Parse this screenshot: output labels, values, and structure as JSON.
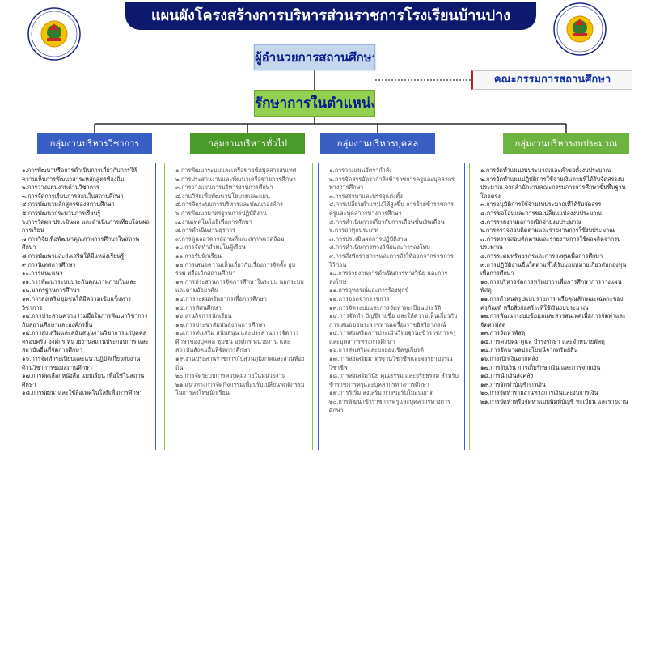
{
  "title": "แผนผังโครงสร้างการบริหารส่วนราชการโรงเรียนบ้านปาง",
  "logo_left": {
    "top_text": "โรงเรียนบ้านปาง",
    "bottom_text": "สำนักงานเขตพื้นที่การศึกษาประถมศึกษาลำพูน เขต ๑"
  },
  "logo_right": {
    "top_text": "โรงเรียนบ้านปาง",
    "bottom_text": "สำนักงานเขตพื้นที่การศึกษาประถมศึกษาลำพูน เขต ๑"
  },
  "director": "ผู้อำนวยการสถานศึกษา",
  "board": "คณะกรรมการสถานศึกษา",
  "acting": "รักษาการในตำแหน่ง",
  "groups": [
    {
      "header": "กลุ่มงานบริหารวิชาการ",
      "items": [
        "๑.การพัฒนาหรือการดำเนินการเกี่ยวกับการให้ความเห็นการพัฒนาสาระหลักสูตรท้องถิ่น",
        "๒.การวางแผนงานด้านวิชาการ",
        "๓.การจัดการเรียนการสอนในสถานศึกษา",
        "๔.การพัฒนาหลักสูตรของสถานศึกษา",
        "๕.การพัฒนากระบวนการเรียนรู้",
        "๖.การวัดผล ประเมินผล และดำเนินการเทียบโอนผลการเรียน",
        "๗.การวิจัยเพื่อพัฒนาคุณภาพการศึกษาในสถานศึกษา",
        "๘.การพัฒนาและส่งเสริมให้มีแหล่งเรียนรู้",
        "๙.การนิเทศการศึกษา",
        "๑๐.การแนะแนว",
        "๑๑.การพัฒนาระบบประกันคุณภาพภายในและ",
        "๑๒.มาตรฐานการศึกษา",
        "๑๓.การส่งเสริมชุมชนให้มีความเข้มแข็งทางวิชาการ",
        "๑๔.การประสานความร่วมมือในการพัฒนาวิชาการกับสถานศึกษาและองค์กรอื่น",
        "๑๕.การส่งเสริมและสนับสนุนงานวิชาการแก่บุคคล ครอบครัว องค์กร หน่วยงานสถานประกอบการ และสถาบันอื่นที่จัดการศึกษา",
        "๑๖.การจัดทำระเบียบและแนวปฏิบัติเกี่ยวกับงานด้านวิชาการของสถานศึกษา",
        "๑๗.การคัดเลือกหนังสือ แบบเรียน เพื่อใช้ในสถานศึกษา",
        "๑๘.การพัฒนาและใช้สื่อเทคโนโลยีเพื่อการศึกษา"
      ]
    },
    {
      "header": "กลุ่มงานบริหารทั่วไป",
      "items": [
        "๑.การพัฒนาระบบและเครือข่ายข้อมูลสารสนเทศ",
        "๒.การประสานงานและพัฒนาเครือข่ายการศึกษา",
        "๓.การวางแผนการบริหารงานการศึกษา",
        "๔.งานวิจัยเพื่อพัฒนานโยบายและแผน",
        "๕.การจัดระบบการบริหารและพัฒนาองค์กร",
        "๖.การพัฒนามาตรฐานการปฏิบัติงาน",
        "๗.งานเทคโนโลยีเพื่อการศึกษา",
        "๘.การดำเนินงานธุรการ",
        "๙.การดูแลอาคารสถานที่และสภาพแวดล้อม",
        "๑๐.การจัดทำสำมะโนผู้เรียน",
        "๑๑.การรับนักเรียน",
        "๑๒.การเสนอความเห็นเกี่ยวกับเรื่องการจัดตั้ง ยุบ รวม หรือเลิกสถานศึกษา",
        "๑๓.การประสานการจัดการศึกษาในระบบ นอกระบบ และตามอัธยาศัย",
        "๑๔.การระดมทรัพยากรเพื่อการศึกษา",
        "๑๕.การทัศนศึกษา",
        "๑๖.งานกิจการนักเรียน",
        "๑๗.การประชาสัมพันธ์งานการศึกษา",
        "๑๘.การส่งเสริม สนับสนุน และประสานการจัดการศึกษาของบุคคล ชุมชน องค์กร หน่วยงาน และสถาบันสังคมอื่นที่จัดการศึกษา",
        "๑๙.งานประสานราชการกับส่วนภูมิภาคและส่วนท้องถิ่น",
        "๒๐.การจัดระบบการควบคุมภายในหน่วยงาน",
        "๒๑.แนวทางการจัดกิจกรรมเพื่อปรับเปลี่ยนพฤติกรรมในการลงโทษนักเรียน"
      ]
    },
    {
      "header": "กลุ่มงานบริหารบุคคล",
      "items": [
        "๑.การวางแผนอัตรากำลัง",
        "๒.การจัดสรรอัตรากำลังข้าราชการครูและบุคลากรทางการศึกษา",
        "๓.การสรรหาและบรรจุแต่งตั้ง",
        "๔.การเปลี่ยนตำแหน่งให้สูงขึ้น การย้ายข้าราชการครูและบุคลากรทางการศึกษา",
        "๕.การดำเนินการเกี่ยวกับการเลื่อนขั้นเงินเดือน",
        "๖.การลาทุกประเภท",
        "๗.การประเมินผลการปฏิบัติงาน",
        "๘.การดำเนินการทางวินัยและการลงโทษ",
        "๙.การสั่งพักราชการและการสั่งให้ออกจากราชการไว้ก่อน",
        "๑๐.การรายงานการดำเนินการทางวินัย และการลงโทษ",
        "๑๑.การอุทธรณ์และการร้องทุกข์",
        "๑๒.การออกจากราชการ",
        "๑๓.การจัดระบบและการจัดทำทะเบียนประวัติ",
        "๑๔.การจัดทำ บัญชีรายชื่อ และให้ความเห็นเกี่ยวกับการเสนอขอพระราชทานเครื่องราชอิสริยาภรณ์",
        "๑๕.การส่งเสริมการประเมินวิทยฐานะข้าราชการครูและบุคลากรทางการศึกษา",
        "๑๖.การส่งเสริมและยกย่องเชิดชูเกียรติ",
        "๑๗.การส่งเสริมมาตรฐานวิชาชีพและจรรยาบรรณวิชาชีพ",
        "๑๘.การส่งเสริมวินัย คุณธรรม และจริยธรรม สำหรับข้าราชการครูและบุคลากรทางการศึกษา",
        "๑๙.การริเริ่ม ส่งเสริม การขอรับใบอนุญาต",
        "๒๐.การพัฒนาข้าราชการครูและบุคลากรทางการศึกษา"
      ]
    },
    {
      "header": "กลุ่มงานบริหารงบประมาณ",
      "items": [
        "๑.การจัดทำแผนงบประมาณและคำขอตั้งงบประมาณ",
        "๒.การจัดทำแผนปฏิบัติการใช้จ่ายเงินตามที่ได้รับจัดสรรงบประมาณ จากสำนักงานคณะกรรมการการศึกษาขั้นพื้นฐานโดยตรง",
        "๓.การอนุมัติการใช้จ่ายงบประมาณที่ได้รับจัดสรร",
        "๔.การขอโอนและการขอเปลี่ยนแปลงงบประมาณ",
        "๕.การรายงานผลการเบิกจ่ายงบประมาณ",
        "๖.การตรวจสอบติดตามและรายงานการใช้งบประมาณ",
        "๗.การตรวจสอบติดตามและรายงานการใช้ผลผลิตจากงบประมาณ",
        "๘.การระดมทรัพยากรและการลงทุนเพื่อการศึกษา",
        "๙.การปฏิบัติงานอื่นใดตามที่ได้รับมอบหมายเกี่ยวกับกองทุนเพื่อการศึกษา",
        "๑๐.การบริหารจัดการทรัพยากรเพื่อการศึกษาการวางแผนพัสดุ",
        "๑๑.การกำหนดรูปแบบรายการ หรือคุณลักษณะเฉพาะของครุภัณฑ์ หรือสิ่งก่อสร้างที่ใช้เงินงบประมาณ",
        "๑๒.การพัฒนาระบบข้อมูลและสารสนเทศเพื่อการจัดทำและจัดหาพัสดุ",
        "๑๓.การจัดหาพัสดุ",
        "๑๔.การควบคุม ดูแล บำรุงรักษา และจำหน่ายพัสดุ",
        "๑๕.การจัดหาผลประโยชน์จากทรัพย์สิน",
        "๑๖.การเบิกเงินจากคลัง",
        "๑๗.การรับเงิน การเก็บรักษาเงิน และการจ่ายเงิน",
        "๑๘.การนำเงินส่งคลัง",
        "๑๙.การจัดทำบัญชีการเงิน",
        "๒๐.การจัดทำรายงานทางการเงินและงบการเงิน",
        "๒๑.การจัดทำหรือจัดหาแบบพิมพ์บัญชี ทะเบียน และรายงาน"
      ]
    }
  ],
  "colors": {
    "title_bg": "#0b1a6e",
    "director_bg": "#c4d7ec",
    "acting_bg": "#92d050",
    "blue_header": "#3a5fc4",
    "green_header": "#4a9a2a",
    "blue_border": "#3b5bd6",
    "green_border": "#8ac44c",
    "board_text": "#1230a5"
  }
}
